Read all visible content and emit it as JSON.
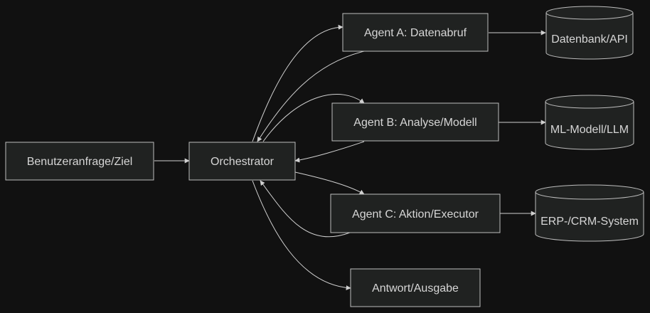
{
  "nodes": {
    "user_request": "Benutzeranfrage/Ziel",
    "orchestrator": "Orchestrator",
    "agent_a": "Agent A: Datenabruf",
    "agent_b": "Agent B: Analyse/Modell",
    "agent_c": "Agent C: Aktion/Executor",
    "answer": "Antwort/Ausgabe",
    "db_api": "Datenbank/API",
    "ml_llm": "ML-Modell/LLM",
    "erp_crm": "ERP-/CRM-System"
  },
  "colors": {
    "background": "#111111",
    "node_fill": "#202221",
    "node_stroke": "#bdbdbd",
    "edge": "#d0d0d0",
    "text": "#d6d6d6"
  }
}
